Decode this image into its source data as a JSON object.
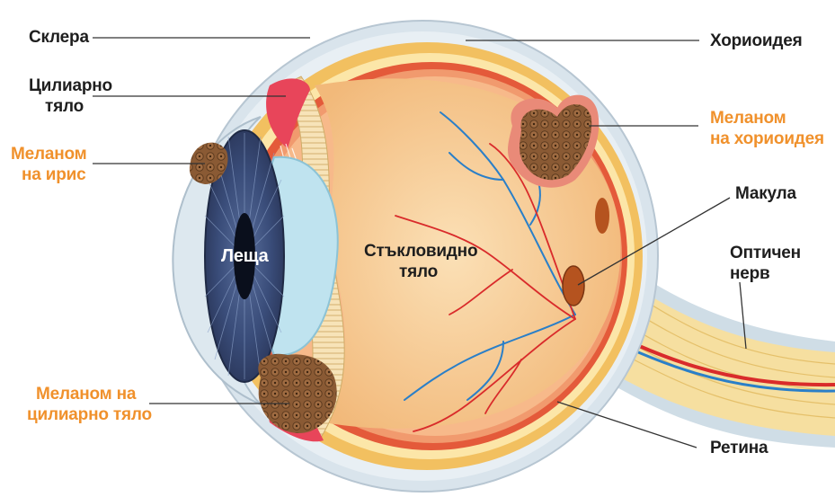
{
  "labels": {
    "sclera": "Склера",
    "ciliary_body_1": "Цилиарно",
    "ciliary_body_2": "тяло",
    "iris_melanoma_1": "Меланом",
    "iris_melanoma_2": "на ирис",
    "lens": "Леща",
    "vitreous_1": "Стъкловидно",
    "vitreous_2": "тяло",
    "ciliary_melanoma_1": "Меланом на",
    "ciliary_melanoma_2": "цилиарно тяло",
    "choroid": "Хориоидея",
    "choroid_melanoma_1": "Меланом",
    "choroid_melanoma_2": "на хориоидея",
    "macula": "Макула",
    "optic_nerve_1": "Оптичен",
    "optic_nerve_2": "нерв",
    "retina": "Ретина"
  },
  "colors": {
    "label_dark": "#1e1e1e",
    "label_highlight": "#f0912c",
    "sclera": "#dfe8ee",
    "choroid": "#f2c060",
    "retina": "#e45a3a",
    "vitreous": "#f6c890",
    "iris": "#3b4e78",
    "melanoma": "#8a5a34",
    "artery": "#d92b2b",
    "vein": "#2a7fc8"
  }
}
